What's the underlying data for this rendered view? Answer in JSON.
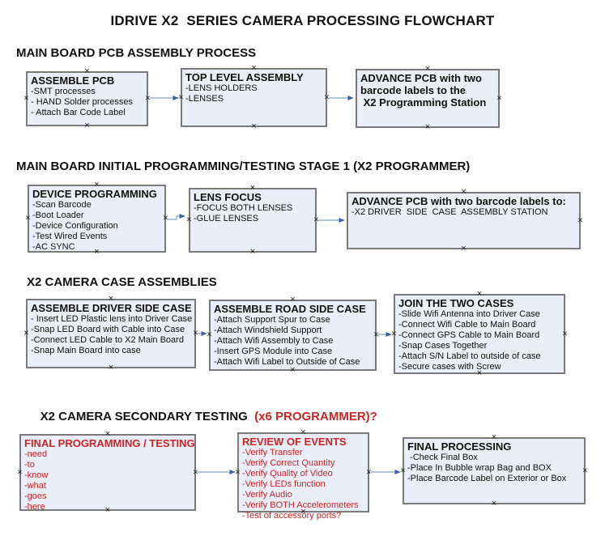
{
  "title": "IDRIVE X2  SERIES CAMERA PROCESSING FLOWCHART",
  "colors": {
    "box_fill": "#e9eef8",
    "box_border": "#7a7a7a",
    "red": "#cc2525",
    "arrow_line": "#9cb0cf",
    "arrow_head": "#3a5fa5"
  },
  "sections": [
    {
      "header": "MAIN BOARD PCB ASSEMBLY PROCESS",
      "boxes": [
        {
          "title": "ASSEMBLE PCB",
          "lines": [
            "-SMT processes",
            "- HAND Solder processes",
            "- Attach Bar Code Label"
          ]
        },
        {
          "title": "TOP LEVEL ASSEMBLY",
          "lines": [
            "-LENS HOLDERS",
            "-LENSES"
          ]
        },
        {
          "title": "ADVANCE PCB with two\nbarcode labels to the\n X2 Programming Station",
          "lines": []
        }
      ]
    },
    {
      "header": "MAIN BOARD INITIAL PROGRAMMING/TESTING STAGE 1 (X2 PROGRAMMER)",
      "boxes": [
        {
          "title": "DEVICE PROGRAMMING",
          "lines": [
            "-Scan Barcode",
            "-Boot Loader",
            "-Device Configuration",
            "-Test Wired Events",
            "-AC SYNC"
          ]
        },
        {
          "title": "LENS FOCUS",
          "lines": [
            "-FOCUS BOTH LENSES",
            "-GLUE LENSES"
          ]
        },
        {
          "title": "ADVANCE PCB with two barcode labels to:",
          "lines": [
            "-X2 DRIVER  SIDE  CASE  ASSEMBLY STATION"
          ]
        }
      ]
    },
    {
      "header": "X2 CAMERA CASE ASSEMBLIES",
      "boxes": [
        {
          "title": "ASSEMBLE DRIVER SIDE CASE",
          "lines": [
            "- Insert LED Plastic lens into Driver Case",
            "-Snap LED Board with Cable into Case",
            "-Connect LED Cable to X2 Main Board",
            "-Snap Main Board into case"
          ]
        },
        {
          "title": "ASSEMBLE ROAD SIDE CASE",
          "lines": [
            "-Attach Support Spur to Case",
            "-Attach Windshield Support",
            "-Attach Wifi Assembly to Case",
            "-Insert GPS Module into Case",
            "-Attach Wifi Label to Outside of Case"
          ]
        },
        {
          "title": "JOIN THE TWO CASES",
          "lines": [
            "-Slide Wifi Antenna into Driver Case",
            "-Connect Wifi Cable to Main Board",
            "-Connect GPS Cable to Main Board",
            "-Snap Cases Together",
            "-Attach S/N Label to outside of case",
            "-Secure cases with Screw"
          ]
        }
      ]
    },
    {
      "header_black": "X2 CAMERA SECONDARY TESTING ",
      "header_red": " (x6 PROGRAMMER)?",
      "boxes": [
        {
          "title": "FINAL PROGRAMMING / TESTING",
          "lines": [
            "-need",
            "-to",
            "-know",
            "-what",
            "-goes",
            "-here"
          ]
        },
        {
          "title": "REVIEW OF EVENTS",
          "lines": [
            "-Verify Transfer",
            "-Verify Correct Quantity",
            "-Verify Quality of Video",
            "-Verify LEDs function",
            "-Verify Audio",
            "-Verify BOTH Accelerometers",
            "-Test of accessory ports?"
          ]
        },
        {
          "title": "FINAL PROCESSING",
          "lines": [
            " -Check Final Box",
            "-Place In Bubble wrap Bag and BOX",
            "-Place Barcode Label on Exterior or Box"
          ]
        }
      ]
    }
  ]
}
